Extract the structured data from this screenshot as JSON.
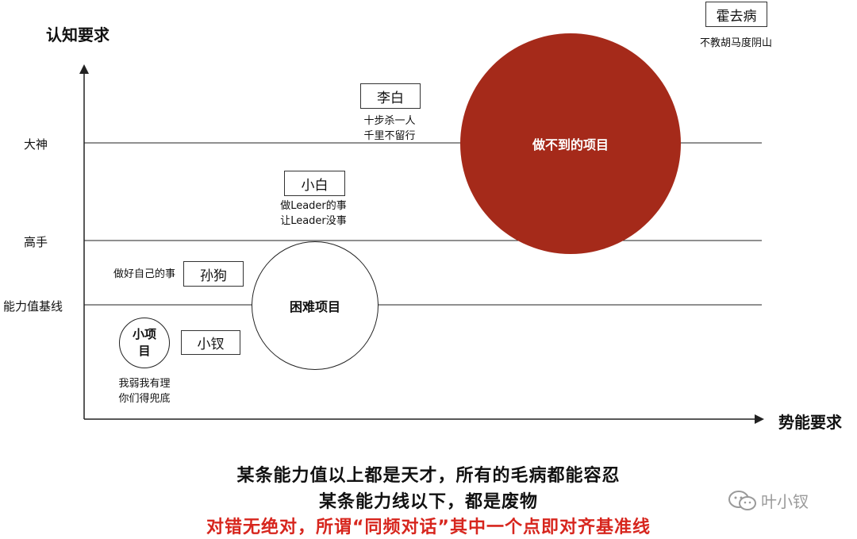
{
  "axes": {
    "y_title": "认知要求",
    "x_title": "势能要求"
  },
  "levels": {
    "god": "大神",
    "expert": "高手",
    "baseline": "能力值基线"
  },
  "projects": {
    "small": "小项\n目",
    "hard": "困难项目",
    "impossible": "做不到的项目"
  },
  "people": {
    "xiaochai": {
      "name": "小钗"
    },
    "sungou": {
      "name": "孙狗",
      "note": "做好自己的事"
    },
    "xiaobai": {
      "name": "小白",
      "note_line1": "做Leader的事",
      "note_line2": "让Leader没事"
    },
    "libai": {
      "name": "李白",
      "note_line1": "十步杀一人",
      "note_line2": "千里不留行"
    },
    "huoqubing": {
      "name": "霍去病",
      "note": "不教胡马度阴山"
    }
  },
  "small_note": {
    "line1": "我弱我有理",
    "line2": "你们得兜底"
  },
  "captions": {
    "line1": "某条能力值以上都是天才，所有的毛病都能容忍",
    "line2": "某条能力线以下，都是废物",
    "line3": "对错无绝对，所谓“同频对话”其中一个点即对齐基准线"
  },
  "watermark": {
    "text": "叶小钗",
    "icon": "wechat-icon"
  },
  "colors": {
    "impossible_fill": "#a52a1a",
    "highlight_text": "#d7261e",
    "line": "#222222"
  }
}
